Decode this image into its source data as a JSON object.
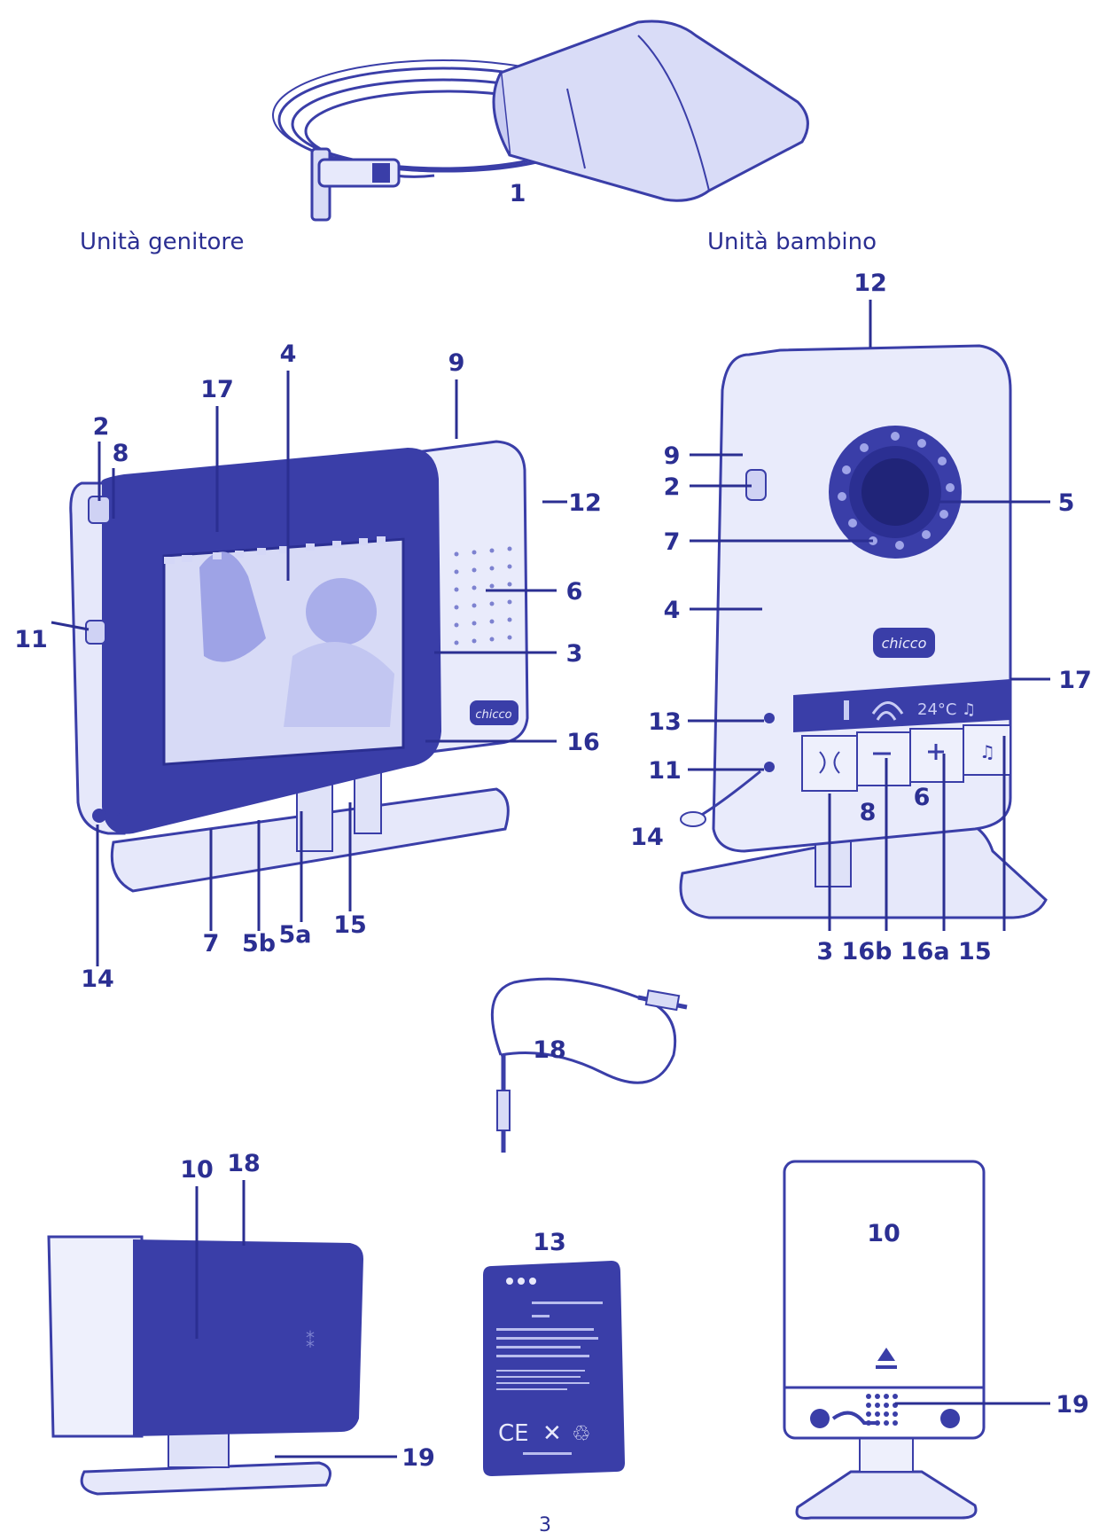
{
  "headings": {
    "parent_unit": "Unità genitore",
    "baby_unit": "Unità bambino"
  },
  "callouts": {
    "adapter": "1",
    "p_17": "17",
    "p_4": "4",
    "p_9": "9",
    "p_2": "2",
    "p_8": "8",
    "p_12": "12",
    "p_6": "6",
    "p_11": "11",
    "p_3": "3",
    "p_16": "16",
    "p_7": "7",
    "p_5b": "5b",
    "p_5a": "5a",
    "p_15": "15",
    "p_14": "14",
    "b_12": "12",
    "b_9": "9",
    "b_2": "2",
    "b_5": "5",
    "b_7": "7",
    "b_4": "4",
    "b_17": "17",
    "b_13": "13",
    "b_11": "11",
    "b_8": "8",
    "b_6": "6",
    "b_14": "14",
    "b_bottom_labels": "3 16b 16a 15",
    "cable": "18",
    "rear_10": "10",
    "rear_18": "18",
    "rear_19": "19",
    "battery": "13",
    "back_10": "10",
    "back_19": "19"
  },
  "device_text": {
    "brand": "chicco",
    "temperature": "24°C",
    "battery_ce": "CE"
  },
  "page_number": "3",
  "colors": {
    "ink": "#2b2f92",
    "device_dark": "#3a3ea8",
    "device_light": "#eceefa",
    "screen": "#b9bdee"
  }
}
